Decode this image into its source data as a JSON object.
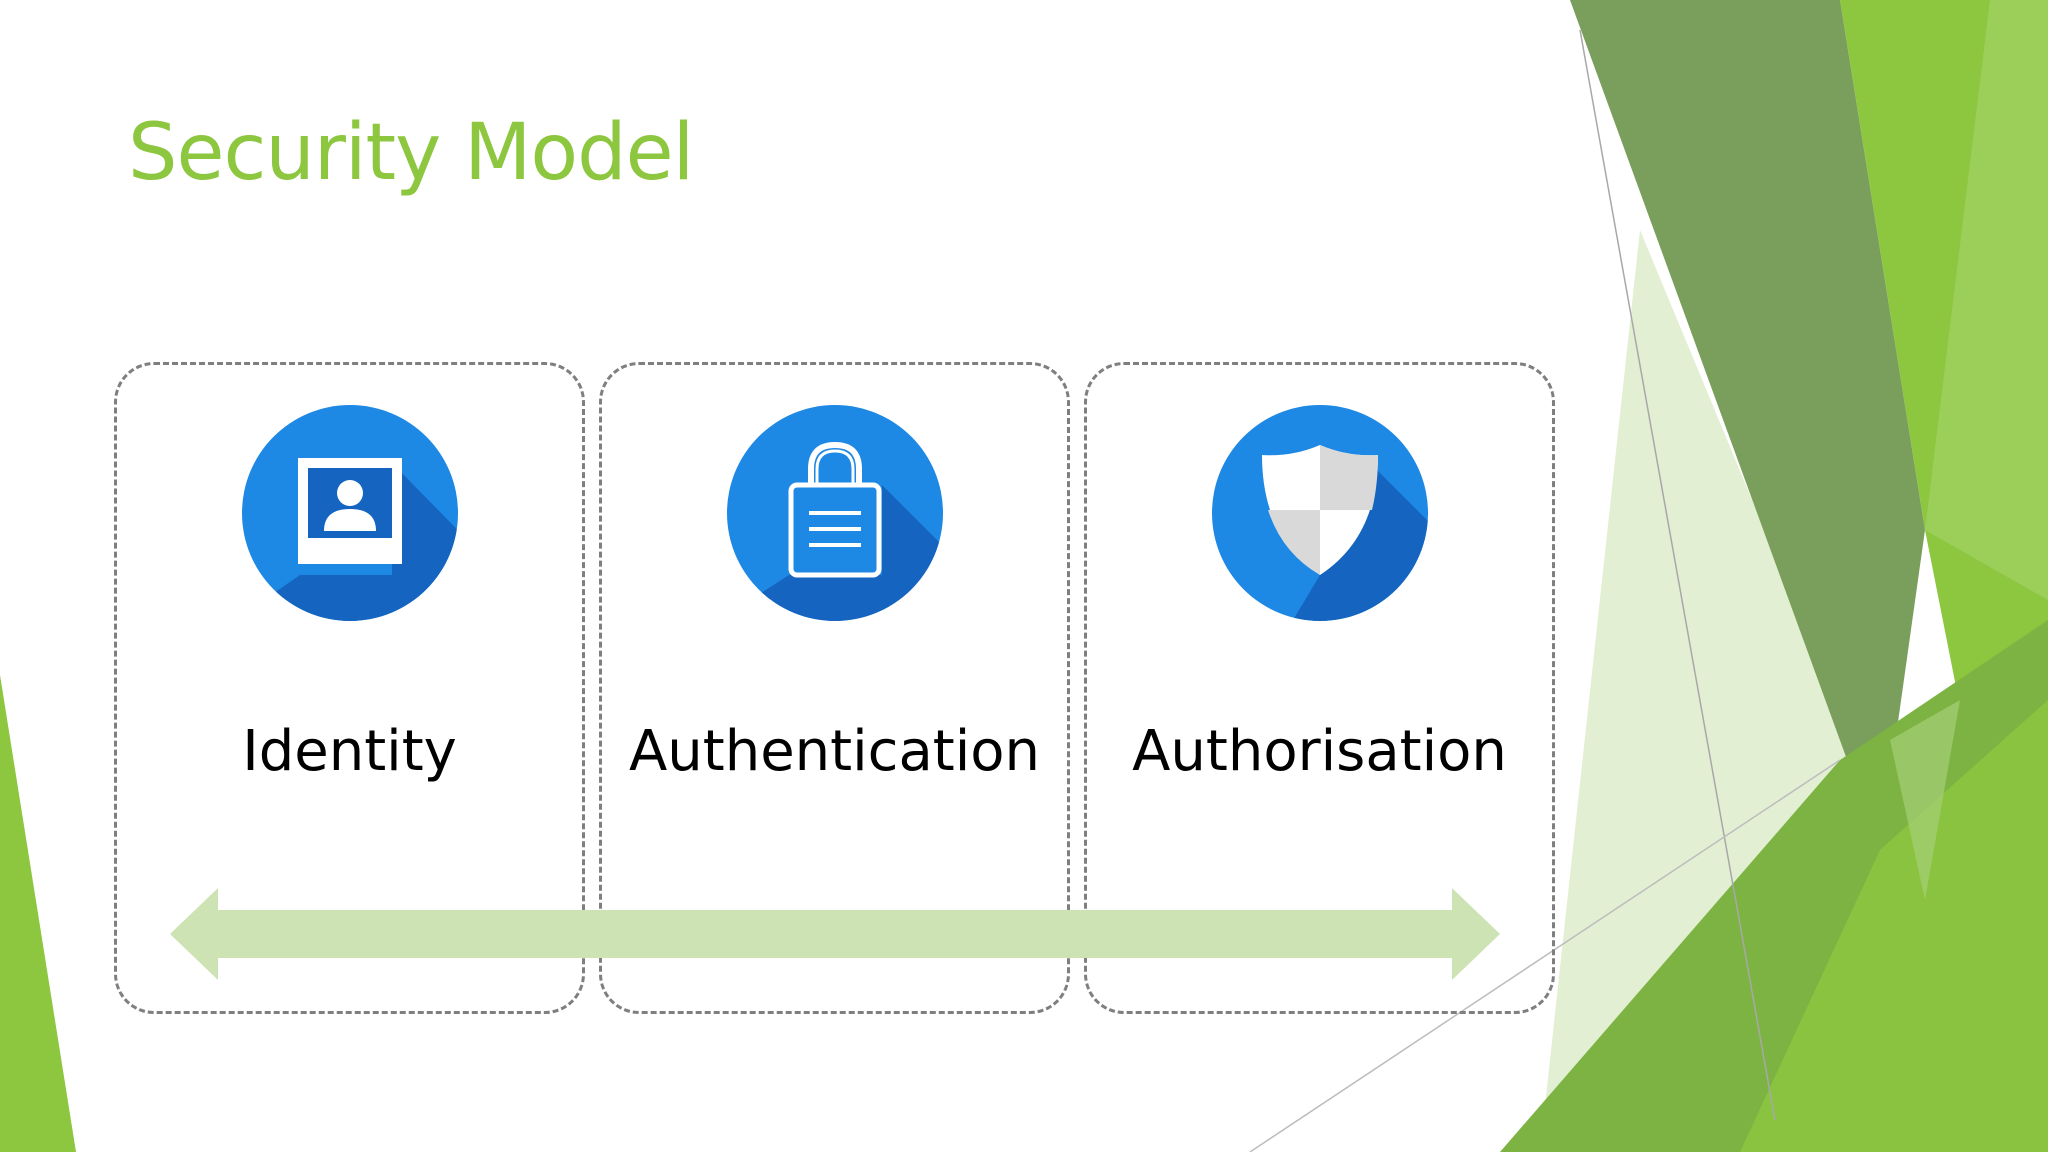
{
  "slide": {
    "title": "Security Model"
  },
  "panels": [
    {
      "label": "Identity",
      "icon": "id-card-icon"
    },
    {
      "label": "Authentication",
      "icon": "padlock-icon"
    },
    {
      "label": "Authorisation",
      "icon": "shield-icon"
    }
  ],
  "colors": {
    "title": "#8dc63f",
    "icon_circle": "#1e88e5",
    "icon_shadow": "#1565c0",
    "arrow": "#cde3b4",
    "dashed_border": "#7f7f7f",
    "green_dark": "#7a9e5b",
    "green_mid": "#8dc63f",
    "green_light": "#dbe9c8"
  }
}
